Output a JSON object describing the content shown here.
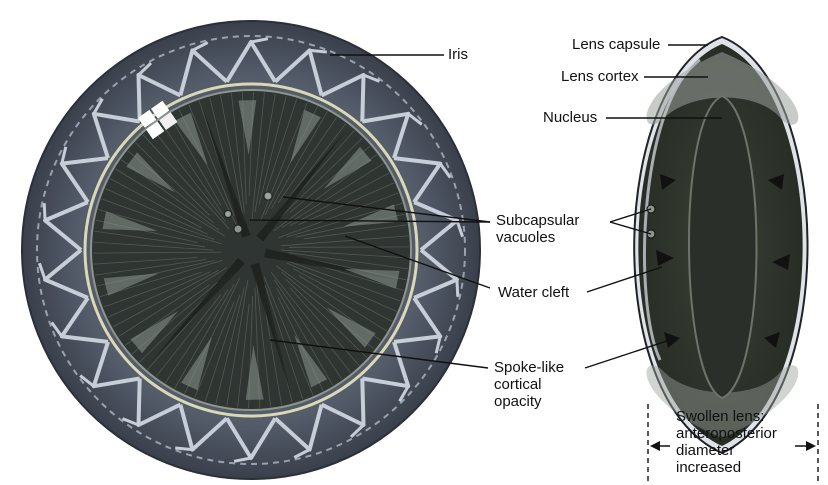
{
  "labels": {
    "iris": "Iris",
    "lens_capsule": "Lens capsule",
    "lens_cortex": "Lens cortex",
    "nucleus": "Nucleus",
    "subcapsular_vacuoles": "Subcapsular\nvacuoles",
    "water_cleft": "Water cleft",
    "spoke_like_opacity": "Spoke-like\ncortical\nopacity",
    "swollen_lens": "Swollen lens:\nanteroposterior\ndiameter\nincreased"
  },
  "colors": {
    "iris_base": "#4f5764",
    "iris_light": "#cdd2db",
    "iris_dark": "#2f3540",
    "pupil_ring": "#d9d9b8",
    "lens_dark": "#2b3028",
    "lens_streak": "#5b6356",
    "cortex_light": "#c9cdd4",
    "leader_line": "#111111"
  }
}
